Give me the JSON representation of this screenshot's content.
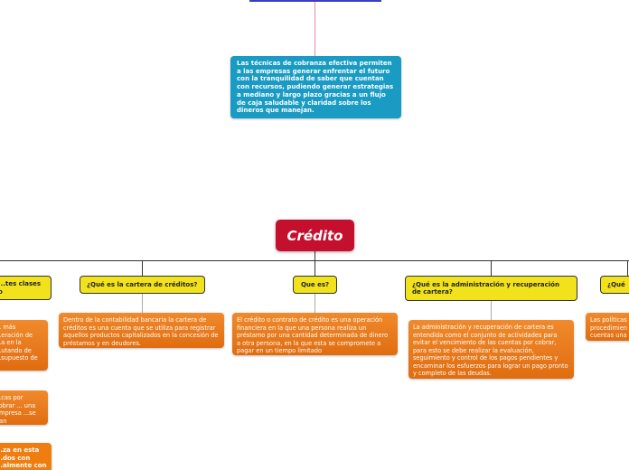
{
  "central": {
    "label": "Crédito"
  },
  "top_note": {
    "text": "Las técnicas de cobranza efectiva permiten a las empresas generar enfrentar el futuro con la tranquilidad de saber que cuentan con recursos, pudiendo generar estrategias a mediano y largo plazo gracias a un flujo de caja saludable y claridad sobre los dineros que manejan."
  },
  "branches": [
    {
      "title": "...tes clases o",
      "desc": ""
    },
    {
      "title": "¿Qué es la cartera de créditos?",
      "desc": "Dentro de la contabilidad bancaria la cartera de créditos es una cuenta que se utiliza para registrar aquellos productos capitalizados en la concesión de préstamos y en deudores."
    },
    {
      "title": "Que es?",
      "desc": "El crédito o contrato de crédito es una operación financiera en la que una persona realiza un préstamo por una cantidad determinada de dinero a otra persona, en la que esta se compromete a pagar en un tiempo limitado"
    },
    {
      "title": "¿Qué es la administración y recuperación de cartera?",
      "desc": "La administración y recuperación de cartera es entendida como el conjunto de actividades para evitar el vencimiento de las cuentas por cobrar, para esto se debe realizar la evaluación, seguimiento y control de los pagos pendientes y encaminar los esfuerzos para lograr un pago pronto y completo de las deudas."
    },
    {
      "title": "¿Qué",
      "desc": "Las políticas procedimien cuentas una"
    }
  ],
  "left_fragments": [
    "... más ...eración de ...a en la ...utando de ...supuesto de",
    "...cas por cobrar ... una empresa ...se han",
    "...za en esta ...dos con ...almente con"
  ]
}
